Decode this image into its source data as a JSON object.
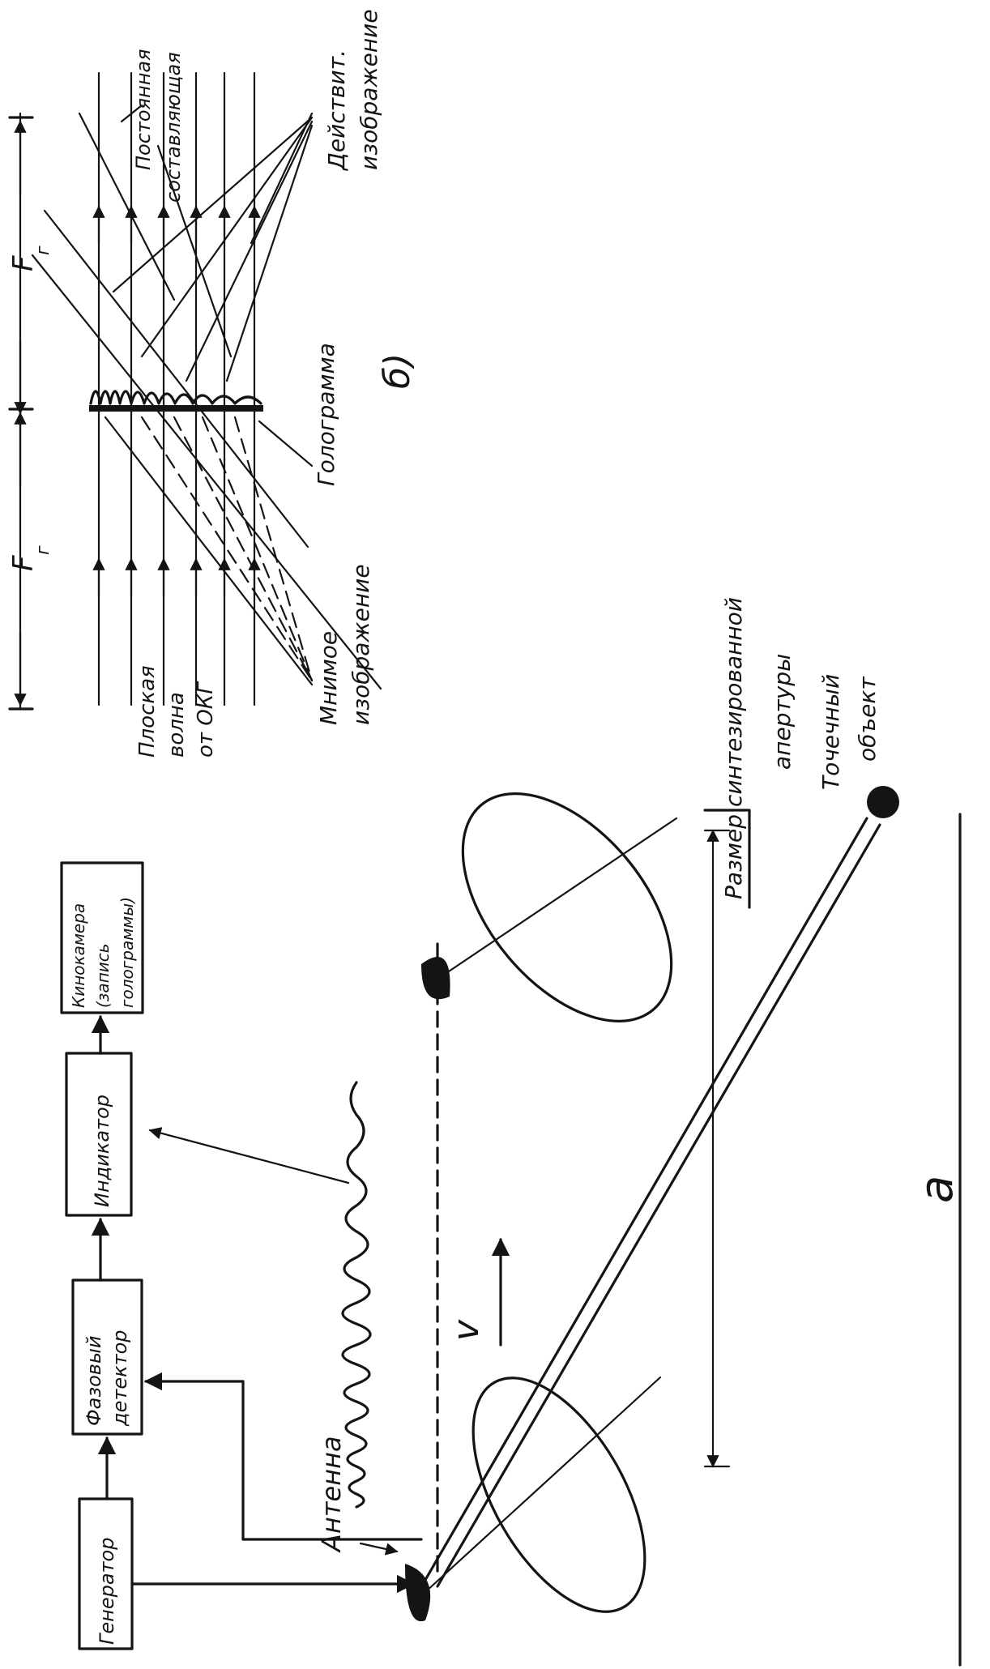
{
  "colors": {
    "ink": "#141414",
    "paper": "#ffffff"
  },
  "blocks": {
    "generator": "Генератор",
    "phase_detector_1": "Фазовый",
    "phase_detector_2": "детектор",
    "indicator": "Индикатор",
    "camera_1": "Кинокамера",
    "camera_2": "(запись",
    "camera_3": "голограммы)"
  },
  "diagram_a": {
    "antenna": "Антенна",
    "velocity": "v",
    "aperture_size_1": "Размер синтезированной",
    "aperture_size_2": "апертуры",
    "point_object_1": "Точечный",
    "point_object_2": "объект",
    "panel_label": "а"
  },
  "diagram_b": {
    "focal_left": "F",
    "focal_left_sub": "г",
    "focal_right": "F",
    "focal_right_sub": "г",
    "plane_wave_1": "Плоская",
    "plane_wave_2": "волна",
    "plane_wave_3": "от ОКГ",
    "virtual_image_1": "Мнимое",
    "virtual_image_2": "изображение",
    "hologram": "Голограмма",
    "constant_1": "Постоянная",
    "constant_2": "составляющая",
    "real_image_1": "Действит.",
    "real_image_2": "изображение",
    "panel_label": "б)"
  }
}
